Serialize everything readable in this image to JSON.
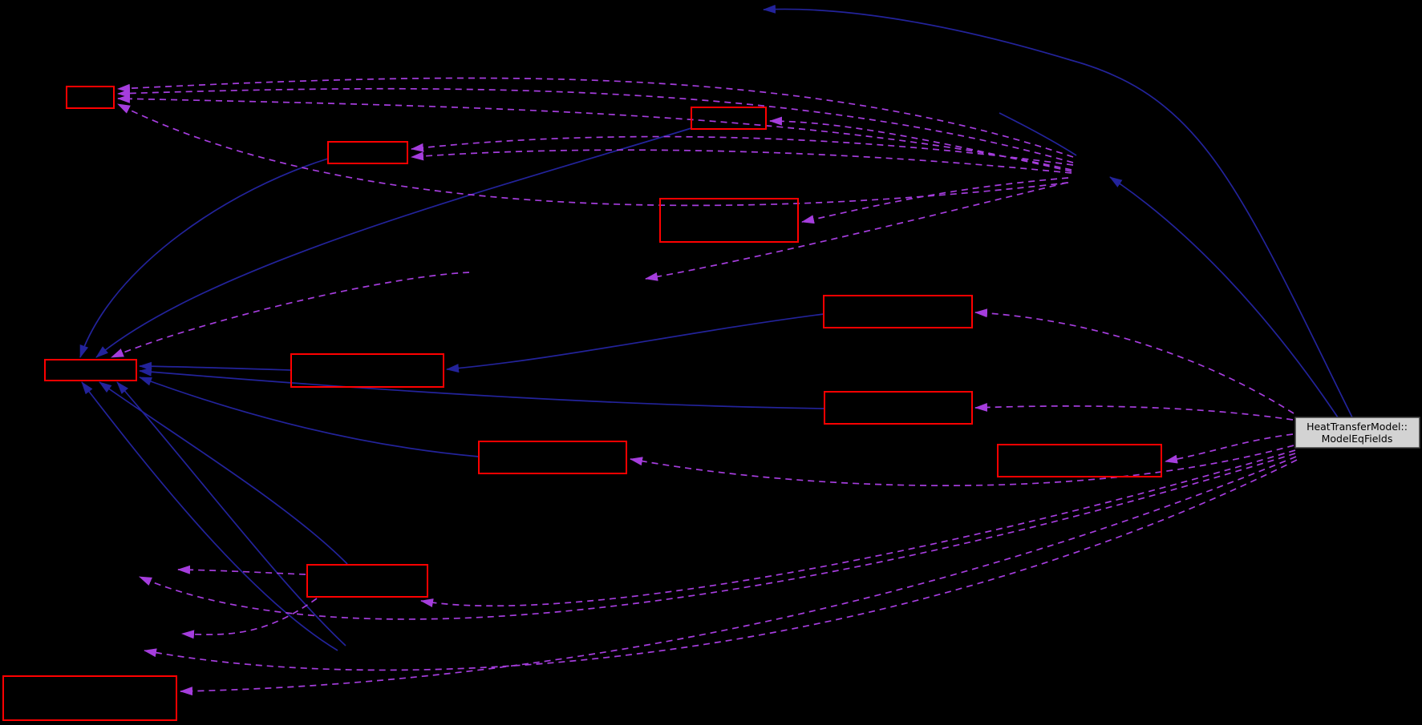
{
  "diagram": {
    "type": "collaboration-graph",
    "background_color": "#000000",
    "node_border_color": "#ff0000",
    "edge_colors": {
      "solid": "#23239b",
      "dashed": "#a53ddd"
    },
    "main_node": {
      "label_line1": "HeatTransferModel::",
      "label_line2": "ModelEqFields",
      "fill": "#d3d3d3",
      "border": "#3f3f3f",
      "text_color": "#000000"
    },
    "empty_node_count": 12
  }
}
